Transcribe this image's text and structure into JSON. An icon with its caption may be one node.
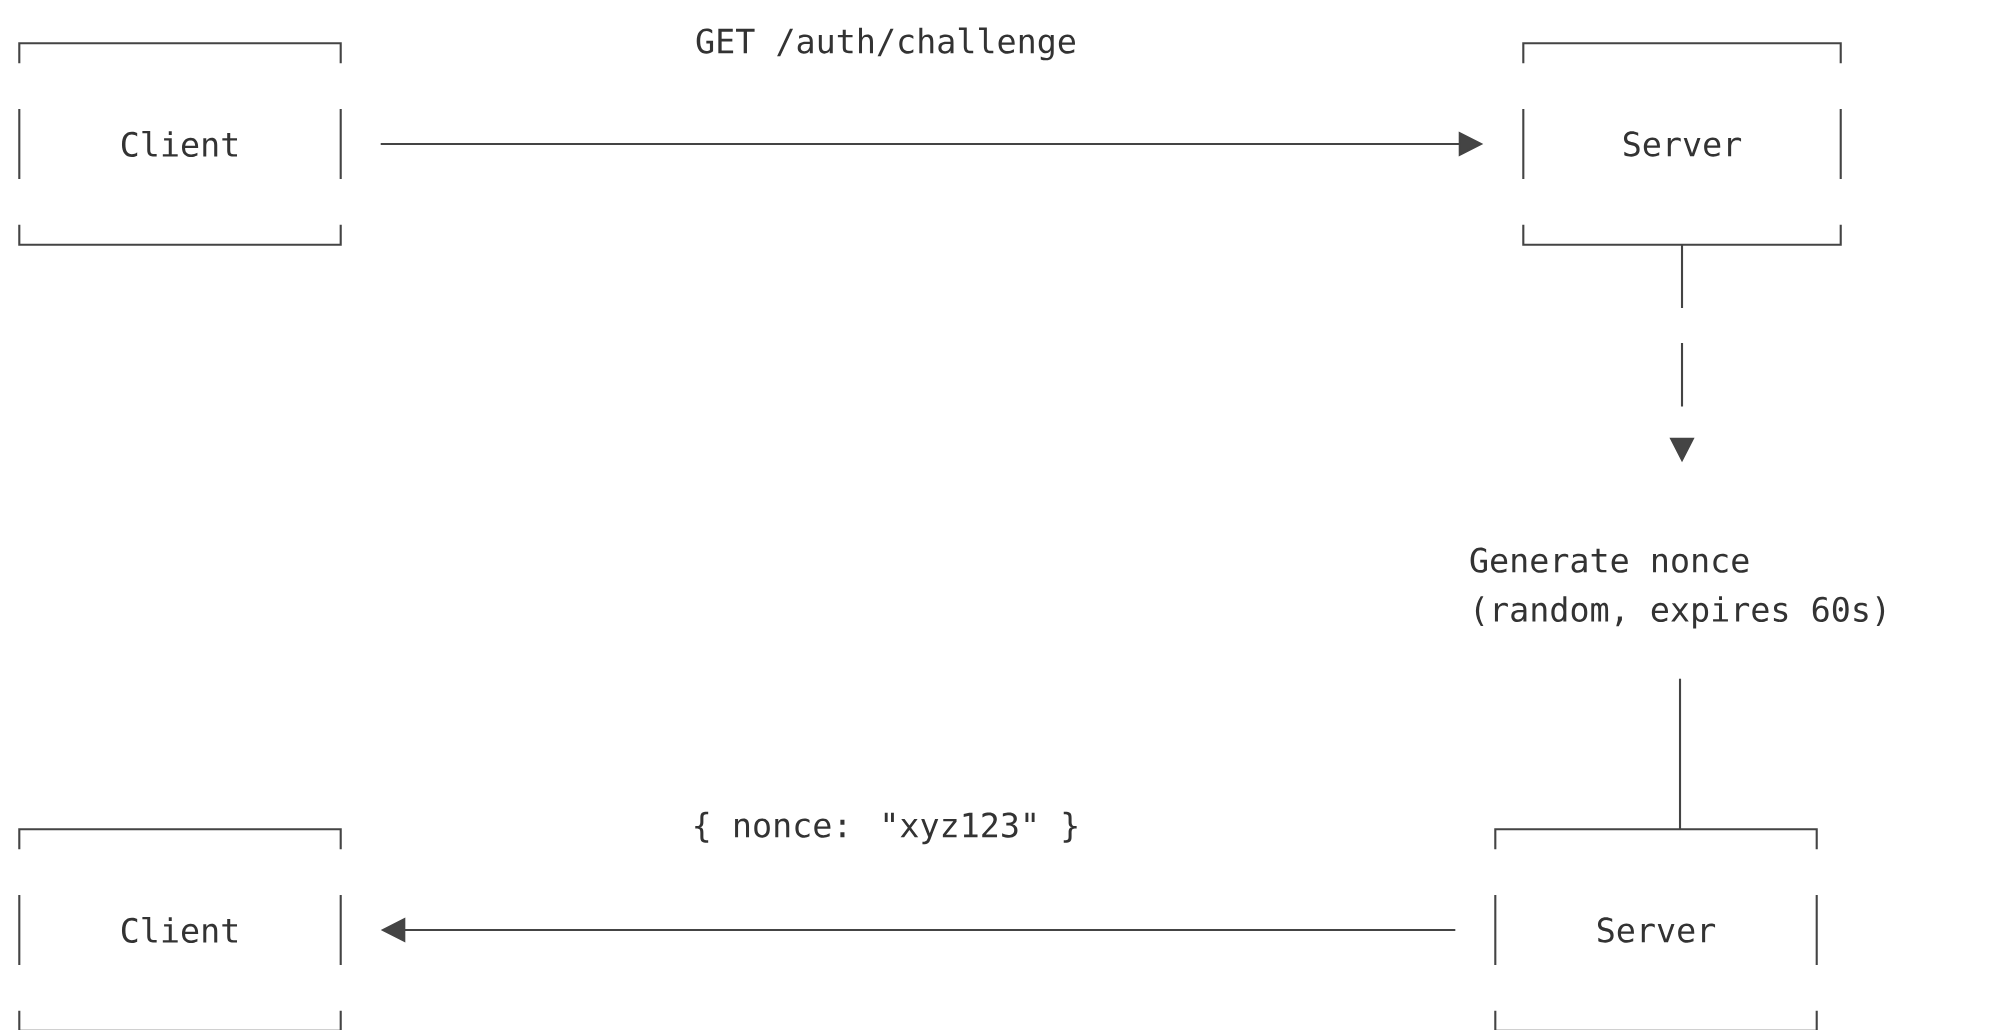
{
  "diagram": {
    "nodes": [
      {
        "text": [
          "Client"
        ]
      },
      {
        "text": [
          "Server"
        ]
      },
      {
        "text": [
          "Generate nonce",
          "(random, expires 60s)"
        ]
      },
      {
        "text": [
          "Server"
        ]
      },
      {
        "text": [
          "Client"
        ]
      }
    ],
    "edges": [
      {
        "from": 0,
        "to": 1,
        "arrow": "to",
        "label": "GET /auth/challenge"
      },
      {
        "from": 1,
        "to": 2,
        "arrow": "to",
        "style": "dashed"
      },
      {
        "from": 2,
        "to": 3,
        "arrow": "none"
      },
      {
        "from": 3,
        "to": 4,
        "arrow": "to",
        "label": "{ nonce: \"xyz123\" }"
      }
    ]
  }
}
